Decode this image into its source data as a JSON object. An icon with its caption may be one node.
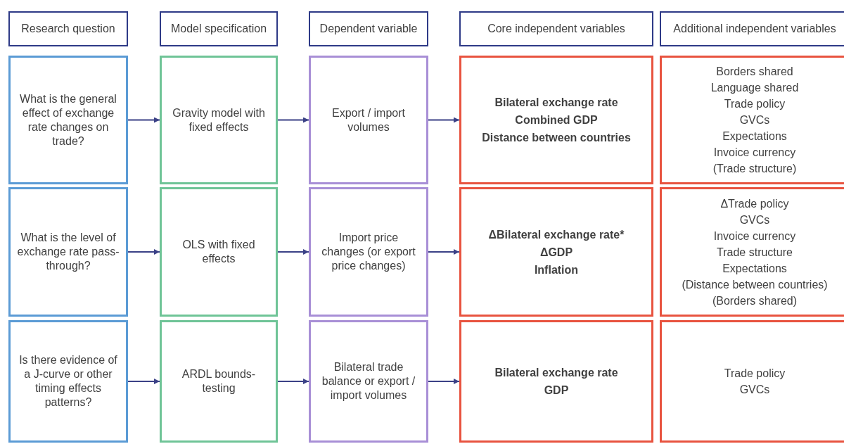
{
  "diagram": {
    "nodes": [
      {
        "text": [
          "Research question"
        ]
      },
      {
        "text": [
          "Model specification"
        ]
      },
      {
        "text": [
          "Dependent variable"
        ]
      },
      {
        "text": [
          "Core independent variables"
        ]
      },
      {
        "text": [
          "Additional independent variables"
        ]
      },
      {
        "text": [
          "What is the general effect of exchange rate changes on trade?"
        ]
      },
      {
        "text": [
          "Gravity model with fixed effects"
        ]
      },
      {
        "text": [
          "Export / import volumes"
        ]
      },
      {
        "text": [
          "Bilateral exchange rate",
          "Combined GDP",
          "Distance between countries"
        ]
      },
      {
        "text": [
          "Borders shared",
          "Language shared",
          "Trade policy",
          "GVCs",
          "Expectations",
          "Invoice currency",
          "(Trade structure)"
        ]
      },
      {
        "text": [
          "What is the level of exchange rate pass-through?"
        ]
      },
      {
        "text": [
          "OLS with fixed effects"
        ]
      },
      {
        "text": [
          "Import price changes (or export price changes)"
        ]
      },
      {
        "text": [
          "ΔBilateral exchange rate*",
          "ΔGDP",
          "Inflation"
        ]
      },
      {
        "text": [
          "ΔTrade policy",
          "GVCs",
          "Invoice currency",
          "Trade structure",
          "Expectations",
          "(Distance between countries)",
          "(Borders shared)"
        ]
      },
      {
        "text": [
          "Is there evidence of a J-curve or other timing effects patterns?"
        ]
      },
      {
        "text": [
          "ARDL bounds-testing"
        ]
      },
      {
        "text": [
          "Bilateral trade balance or export / import volumes"
        ]
      },
      {
        "text": [
          "Bilateral exchange rate",
          "GDP"
        ]
      },
      {
        "text": [
          "Trade policy",
          "GVCs"
        ]
      }
    ],
    "edges": [
      {
        "from": 5,
        "to": 6,
        "arrow": "to"
      },
      {
        "from": 6,
        "to": 7,
        "arrow": "to"
      },
      {
        "from": 7,
        "to": 8,
        "arrow": "to"
      },
      {
        "from": 10,
        "to": 11,
        "arrow": "to"
      },
      {
        "from": 11,
        "to": 12,
        "arrow": "to"
      },
      {
        "from": 12,
        "to": 13,
        "arrow": "to"
      },
      {
        "from": 15,
        "to": 16,
        "arrow": "to"
      },
      {
        "from": 16,
        "to": 17,
        "arrow": "to"
      },
      {
        "from": 17,
        "to": 18,
        "arrow": "to"
      }
    ]
  }
}
